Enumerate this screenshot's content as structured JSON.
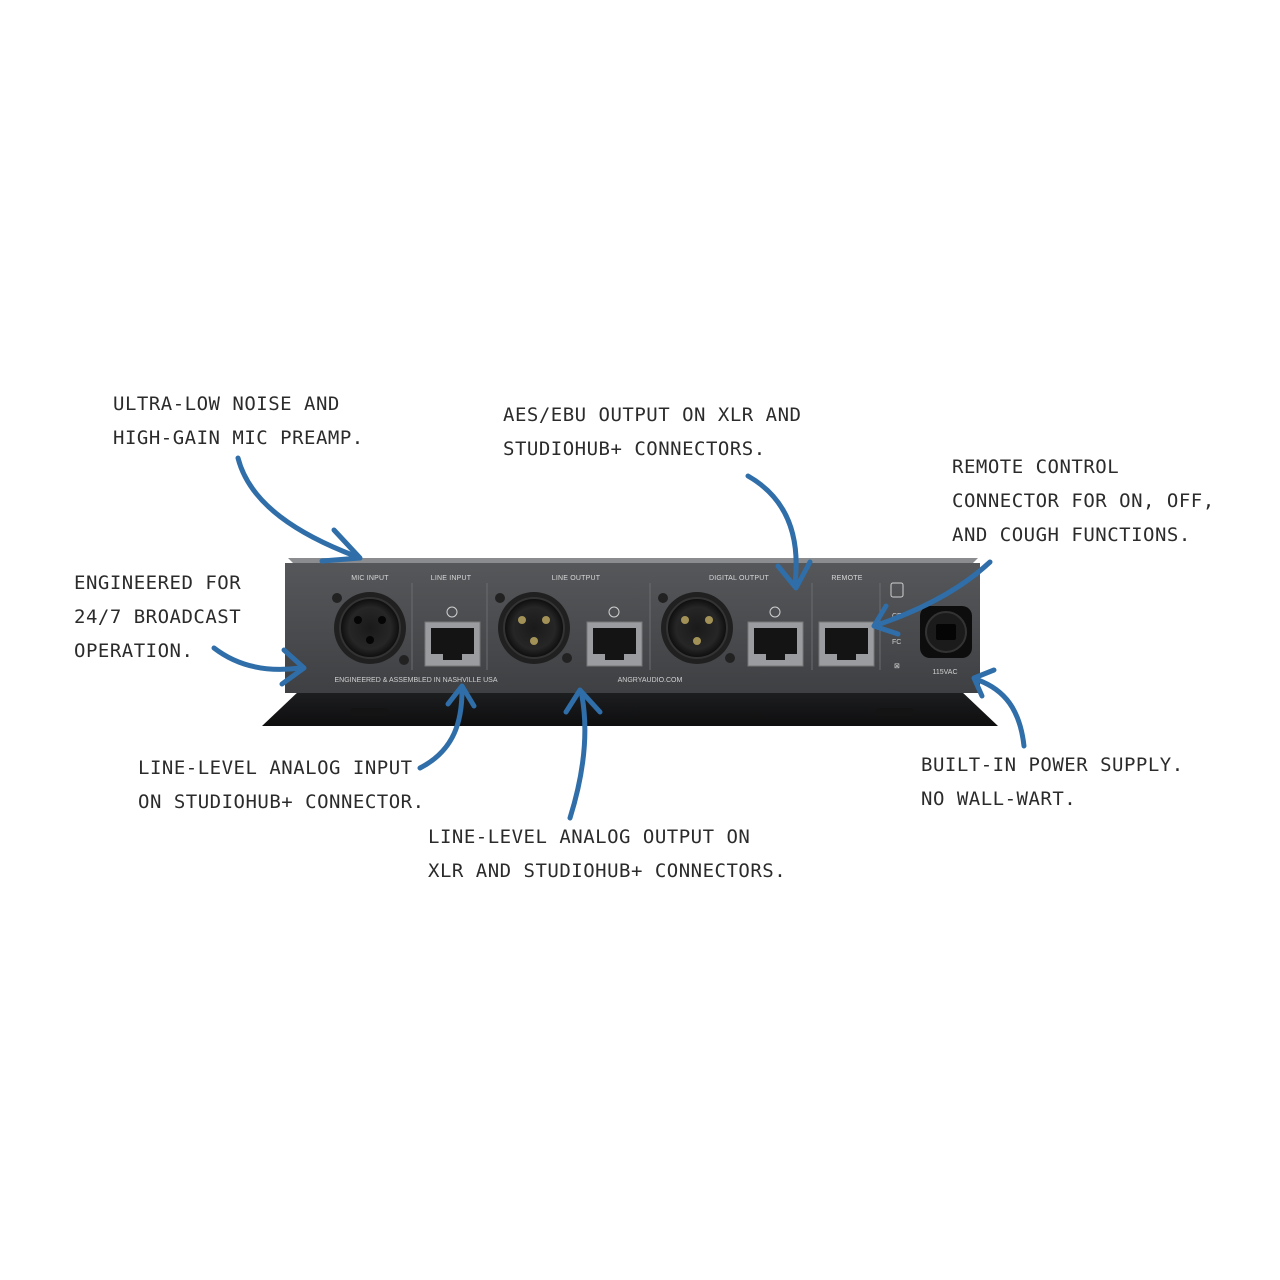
{
  "annotations": {
    "mic_preamp": [
      "ULTRA-LOW NOISE AND",
      "HIGH-GAIN MIC PREAMP."
    ],
    "aes_output": [
      "AES/EBU OUTPUT ON XLR AND",
      "STUDIOHUB+ CONNECTORS."
    ],
    "remote": [
      "REMOTE CONTROL",
      "CONNECTOR FOR ON, OFF,",
      "AND COUGH FUNCTIONS."
    ],
    "broadcast": [
      "ENGINEERED FOR",
      "24/7 BROADCAST",
      "OPERATION."
    ],
    "line_input": [
      "LINE-LEVEL ANALOG INPUT",
      "ON STUDIOHUB+ CONNECTOR."
    ],
    "line_output": [
      "LINE-LEVEL ANALOG OUTPUT ON",
      "XLR AND STUDIOHUB+ CONNECTORS."
    ],
    "power": [
      "BUILT-IN POWER SUPPLY.",
      "NO WALL-WART."
    ]
  },
  "panel": {
    "mic_input": "MIC INPUT",
    "line_input": "LINE INPUT",
    "line_output": "LINE OUTPUT",
    "digital_output": "DIGITAL OUTPUT",
    "remote": "REMOTE",
    "engineered": "ENGINEERED & ASSEMBLED IN NASHVILLE USA",
    "website": "ANGRYAUDIO.COM",
    "voltage": "115VAC"
  },
  "colors": {
    "arrow": "#2f6ea8",
    "panel": "#4b4d50",
    "text": "#2b2b2b"
  }
}
